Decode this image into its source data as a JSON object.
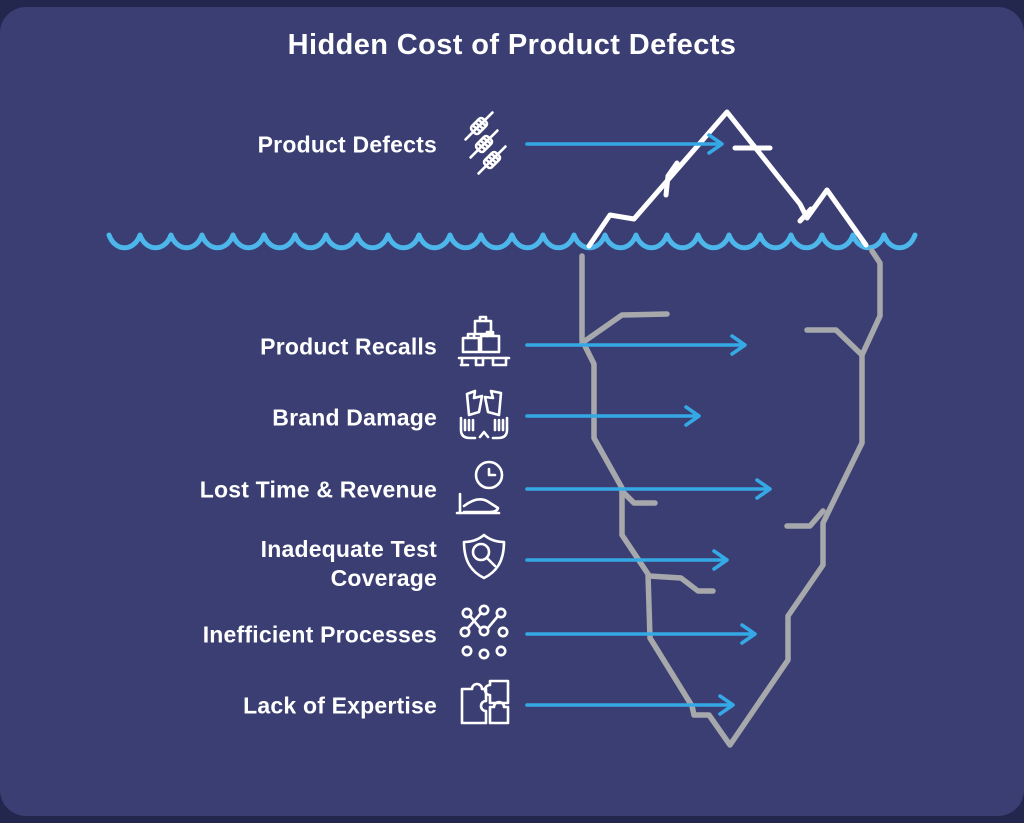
{
  "title": "Hidden Cost of Product Defects",
  "colors": {
    "background": "#3a3e72",
    "border": "#23264d",
    "text": "#ffffff",
    "wave": "#4db7ec",
    "arrow": "#35a9e5",
    "iceberg-above": "#ffffff",
    "iceberg-below": "#a6a8ab",
    "icon-light": "#4ec1ef",
    "icon-dark": "#2f7fd6"
  },
  "surface_item": {
    "label": "Product Defects",
    "icon": "defects-icon"
  },
  "underwater_items": [
    {
      "label": "Product Recalls",
      "icon": "pallet-boxes-icon"
    },
    {
      "label": "Brand Damage",
      "icon": "broken-pieces-icon"
    },
    {
      "label": "Lost Time & Revenue",
      "icon": "clock-hand-icon"
    },
    {
      "label": "Inadequate Test Coverage",
      "icon": "shield-magnifier-icon"
    },
    {
      "label": "Inefficient Processes",
      "icon": "network-nodes-icon"
    },
    {
      "label": "Lack of Expertise",
      "icon": "puzzle-icon"
    }
  ]
}
